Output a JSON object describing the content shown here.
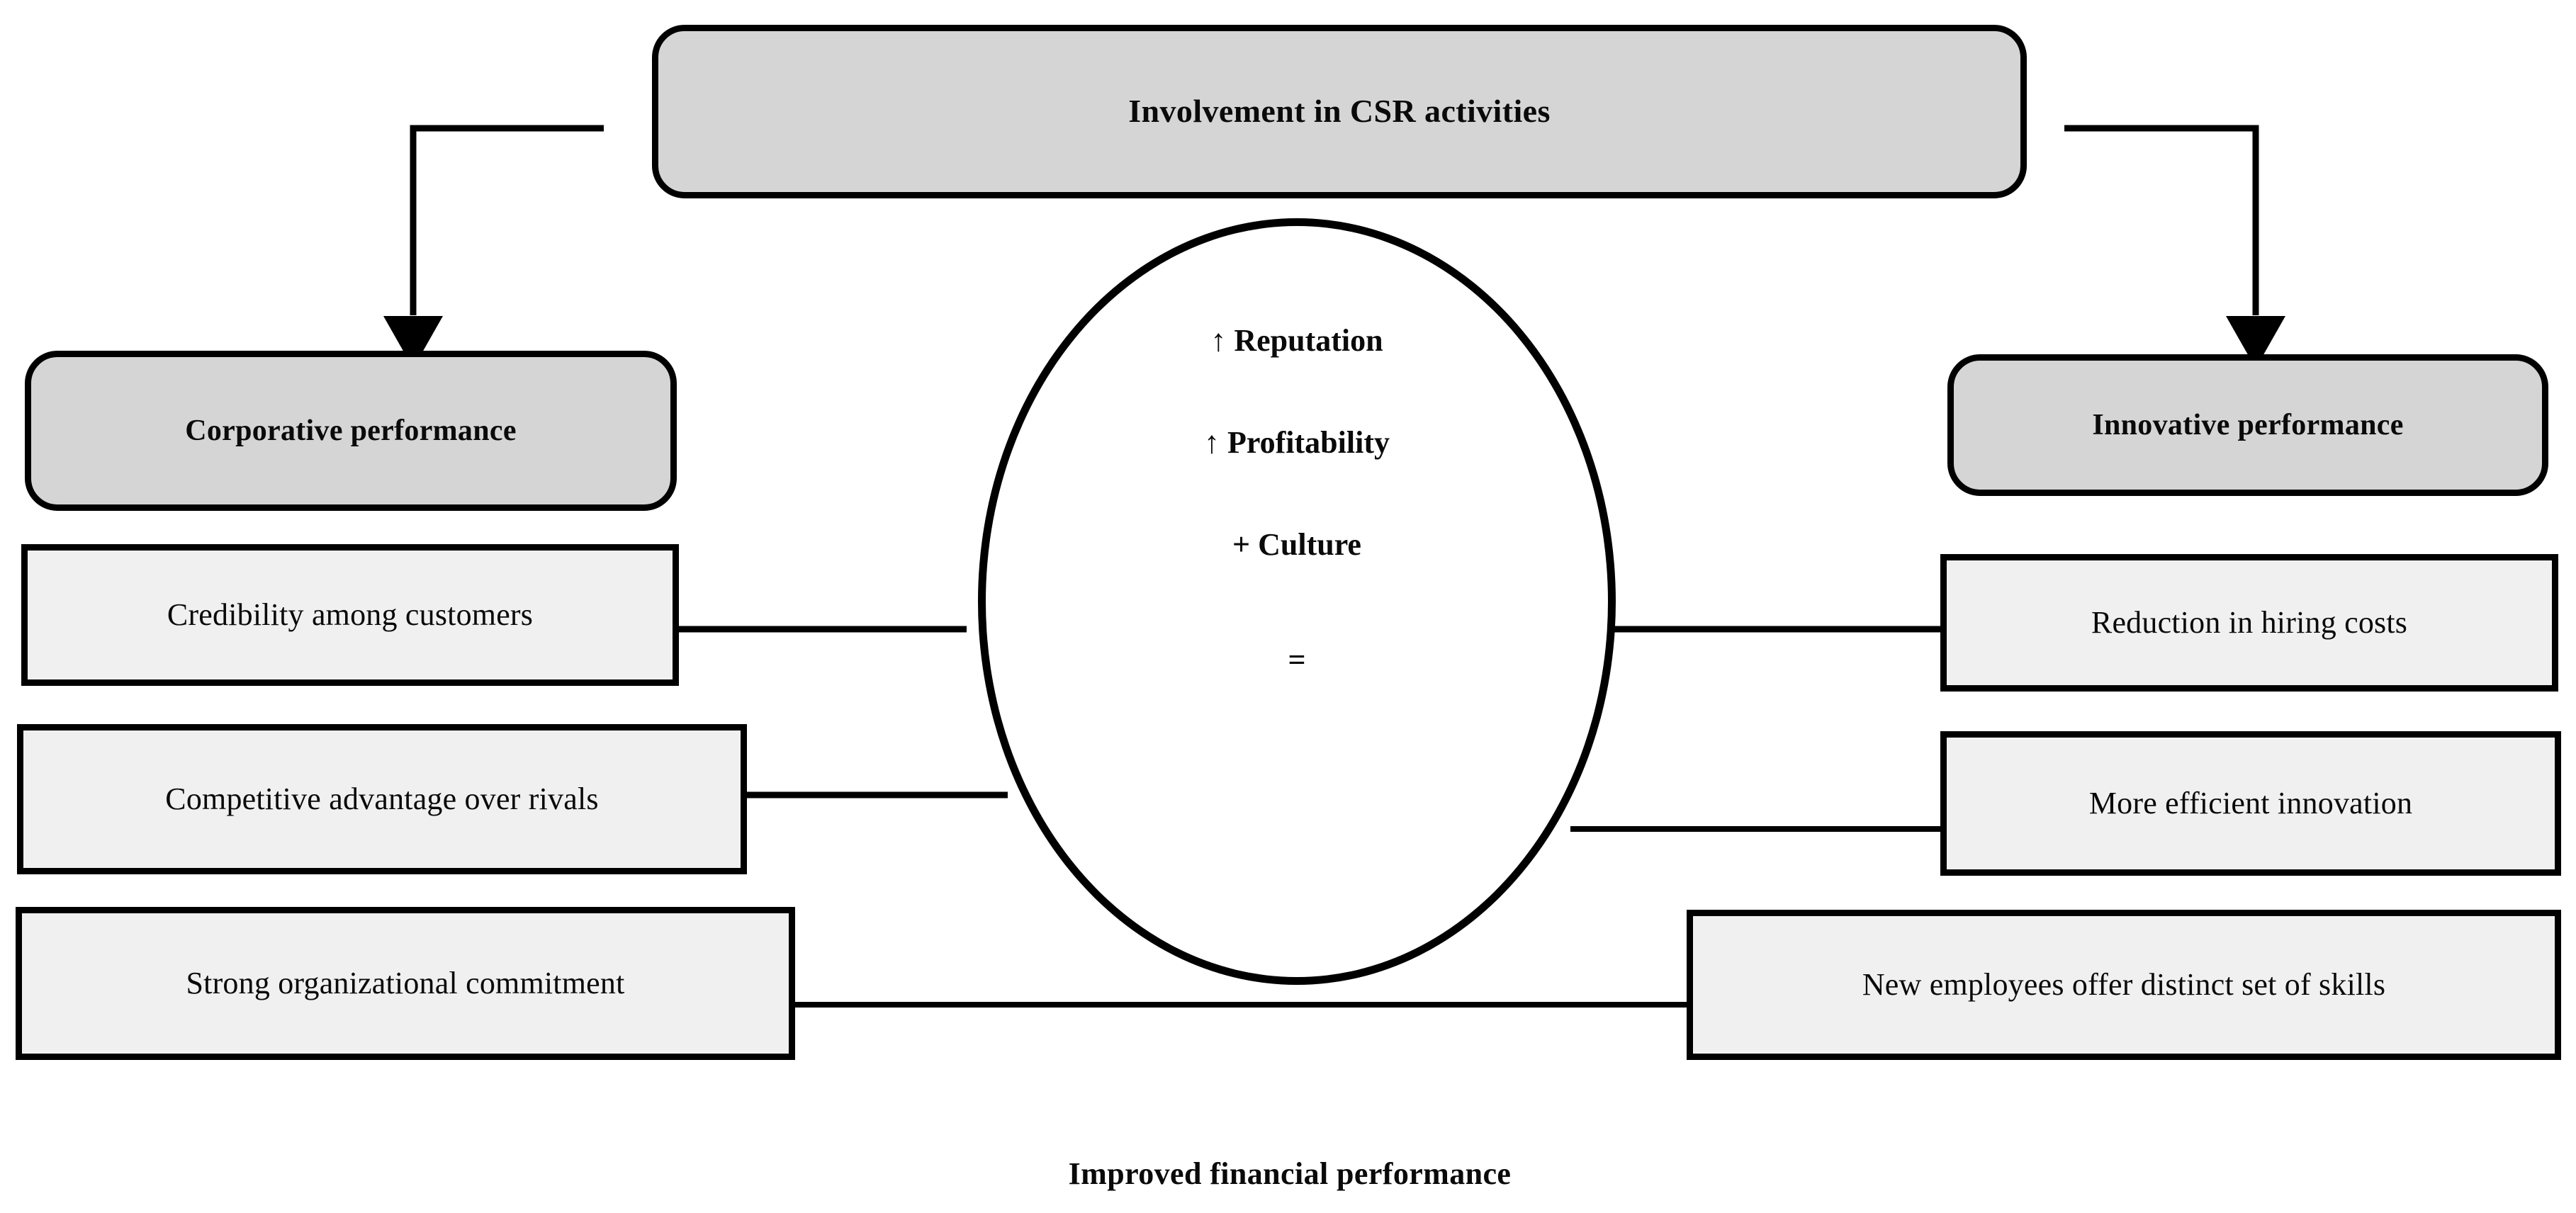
{
  "diagram": {
    "title_box": {
      "label": "Involvement in CSR activities",
      "fill": "#d5d5d5",
      "stroke": "#000000"
    },
    "branches": {
      "left": {
        "header": {
          "label": "Corporative performance",
          "fill": "#d5d5d5"
        },
        "items": [
          {
            "label": "Credibility among customers"
          },
          {
            "label": "Competitive advantage over rivals"
          },
          {
            "label": "Strong organizational commitment"
          }
        ]
      },
      "right": {
        "header": {
          "label": "Innovative performance",
          "fill": "#d5d5d5"
        },
        "items": [
          {
            "label": "Reduction in hiring costs"
          },
          {
            "label": "More efficient innovation"
          },
          {
            "label": "New employees offer distinct set of skills"
          }
        ]
      }
    },
    "center_ellipse": {
      "fill": "#ffffff",
      "stroke": "#000000",
      "lines": [
        {
          "label": "↑ Reputation"
        },
        {
          "label": "↑ Profitability"
        },
        {
          "label": "+ Culture"
        },
        {
          "label": "="
        }
      ]
    },
    "footer": {
      "label": "Improved financial performance"
    },
    "connectors": {
      "arrow_left_name": "arrow-to-corporative-performance",
      "arrow_right_name": "arrow-to-innovative-performance",
      "leaf_line_name": "connector-line"
    },
    "colors": {
      "outline": "#000000",
      "header_fill": "#d5d5d5",
      "leaf_fill": "#f0f0f0",
      "canvas": "#ffffff",
      "text": "#0a0a0a"
    }
  }
}
